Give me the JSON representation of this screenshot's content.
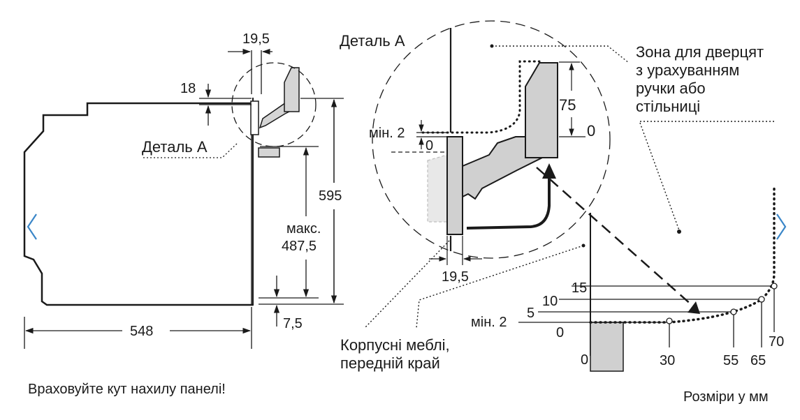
{
  "labels": {
    "detail_a_left": "Деталь А",
    "detail_a_top": "Деталь А",
    "zone_line1": "Зона для дверцят",
    "zone_line2": "з урахуванням",
    "zone_line3": "ручки або",
    "zone_line4": "стільниці",
    "furniture_line1": "Корпусні меблі,",
    "furniture_line2": "передній край",
    "tilt_note": "Враховуйте кут нахилу панелі!",
    "units_note": "Розміри у мм"
  },
  "dims": {
    "d19_5_top": "19,5",
    "d18": "18",
    "d595": "595",
    "max_label": "макс.",
    "d487_5": "487,5",
    "d548": "548",
    "d7_5": "7,5",
    "min2_detail": "мін. 2",
    "zero_detail": "0",
    "d75": "75",
    "zero_handle": "0",
    "d19_5_detail": "19,5",
    "min2_graph": "мін. 2"
  },
  "graph": {
    "y_ticks": [
      "15",
      "10",
      "5",
      "0"
    ],
    "x_ticks": [
      "0",
      "30",
      "55",
      "65",
      "70"
    ]
  },
  "nav": {
    "prev_icon": "chevron-left-icon",
    "next_icon": "chevron-right-icon",
    "accent": "#3a86c8"
  }
}
